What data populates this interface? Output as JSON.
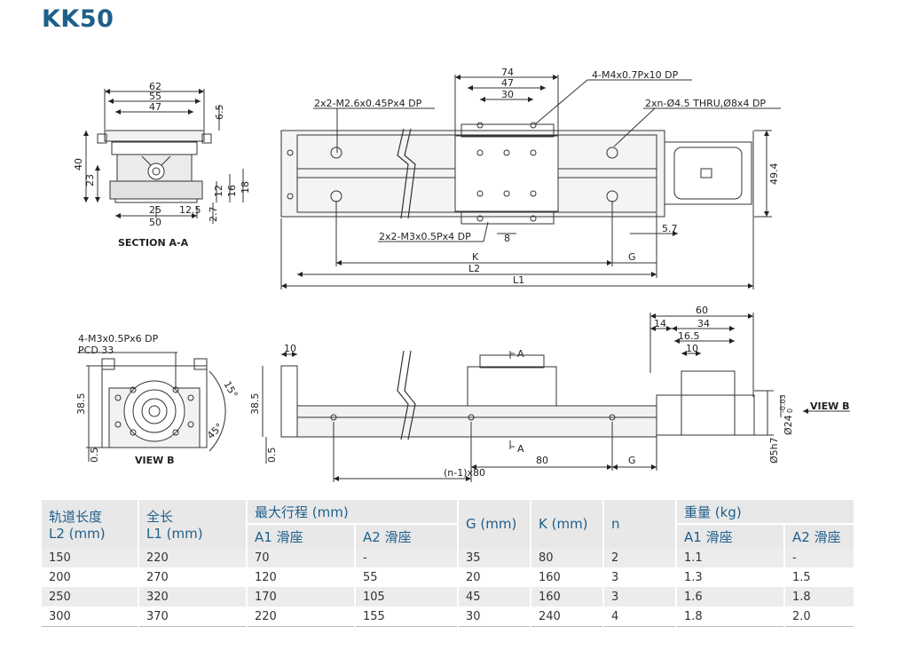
{
  "page_title": "KK50",
  "drawing": {
    "section_view": {
      "dims": [
        "62",
        "55",
        "47",
        "6.5",
        "40",
        "23",
        "12",
        "16",
        "18",
        "25",
        "12.5",
        "50",
        "2.7"
      ],
      "caption": "SECTION A-A"
    },
    "top_view": {
      "dims": [
        "74",
        "47",
        "30",
        "K",
        "L2",
        "L1",
        "G",
        "8",
        "5.7",
        "49.4"
      ],
      "callouts": [
        "4-M4x0.7Px10 DP",
        "2x2-M2.6x0.45Px4 DP",
        "2xn-Ø4.5 THRU,Ø8x4 DP",
        "2x2-M3x0.5Px4 DP"
      ]
    },
    "end_view": {
      "callouts": [
        "4-M3x0.5Px6 DP",
        "PCD 33"
      ],
      "dims": [
        "38.5",
        "0.5",
        "15°",
        "45°"
      ],
      "caption": "VIEW B"
    },
    "side_view": {
      "dims": [
        "10",
        "38.5",
        "0.5",
        "80",
        "G",
        "(n-1)x80",
        "60",
        "14",
        "34",
        "16.5",
        "10",
        "Ø5h7"
      ],
      "tol_main": "Ø24",
      "tol_upper": "-0.03",
      "tol_lower": "0",
      "section_marks": [
        "A",
        "A"
      ],
      "arrow_label": "VIEW B"
    }
  },
  "table": {
    "headers": {
      "rail_length": [
        "轨道长度",
        "L2 (mm)"
      ],
      "total_length": [
        "全长",
        "L1 (mm)"
      ],
      "max_stroke": "最大行程 (mm)",
      "stroke_a1": "A1 滑座",
      "stroke_a2": "A2 滑座",
      "g": "G (mm)",
      "k": "K (mm)",
      "n": "n",
      "weight": "重量 (kg)",
      "weight_a1": "A1 滑座",
      "weight_a2": "A2 滑座"
    },
    "rows": [
      [
        "150",
        "220",
        "70",
        "-",
        "35",
        "80",
        "2",
        "1.1",
        "-"
      ],
      [
        "200",
        "270",
        "120",
        "55",
        "20",
        "160",
        "3",
        "1.3",
        "1.5"
      ],
      [
        "250",
        "320",
        "170",
        "105",
        "45",
        "160",
        "3",
        "1.6",
        "1.8"
      ],
      [
        "300",
        "370",
        "220",
        "155",
        "30",
        "240",
        "4",
        "1.8",
        "2.0"
      ]
    ]
  }
}
